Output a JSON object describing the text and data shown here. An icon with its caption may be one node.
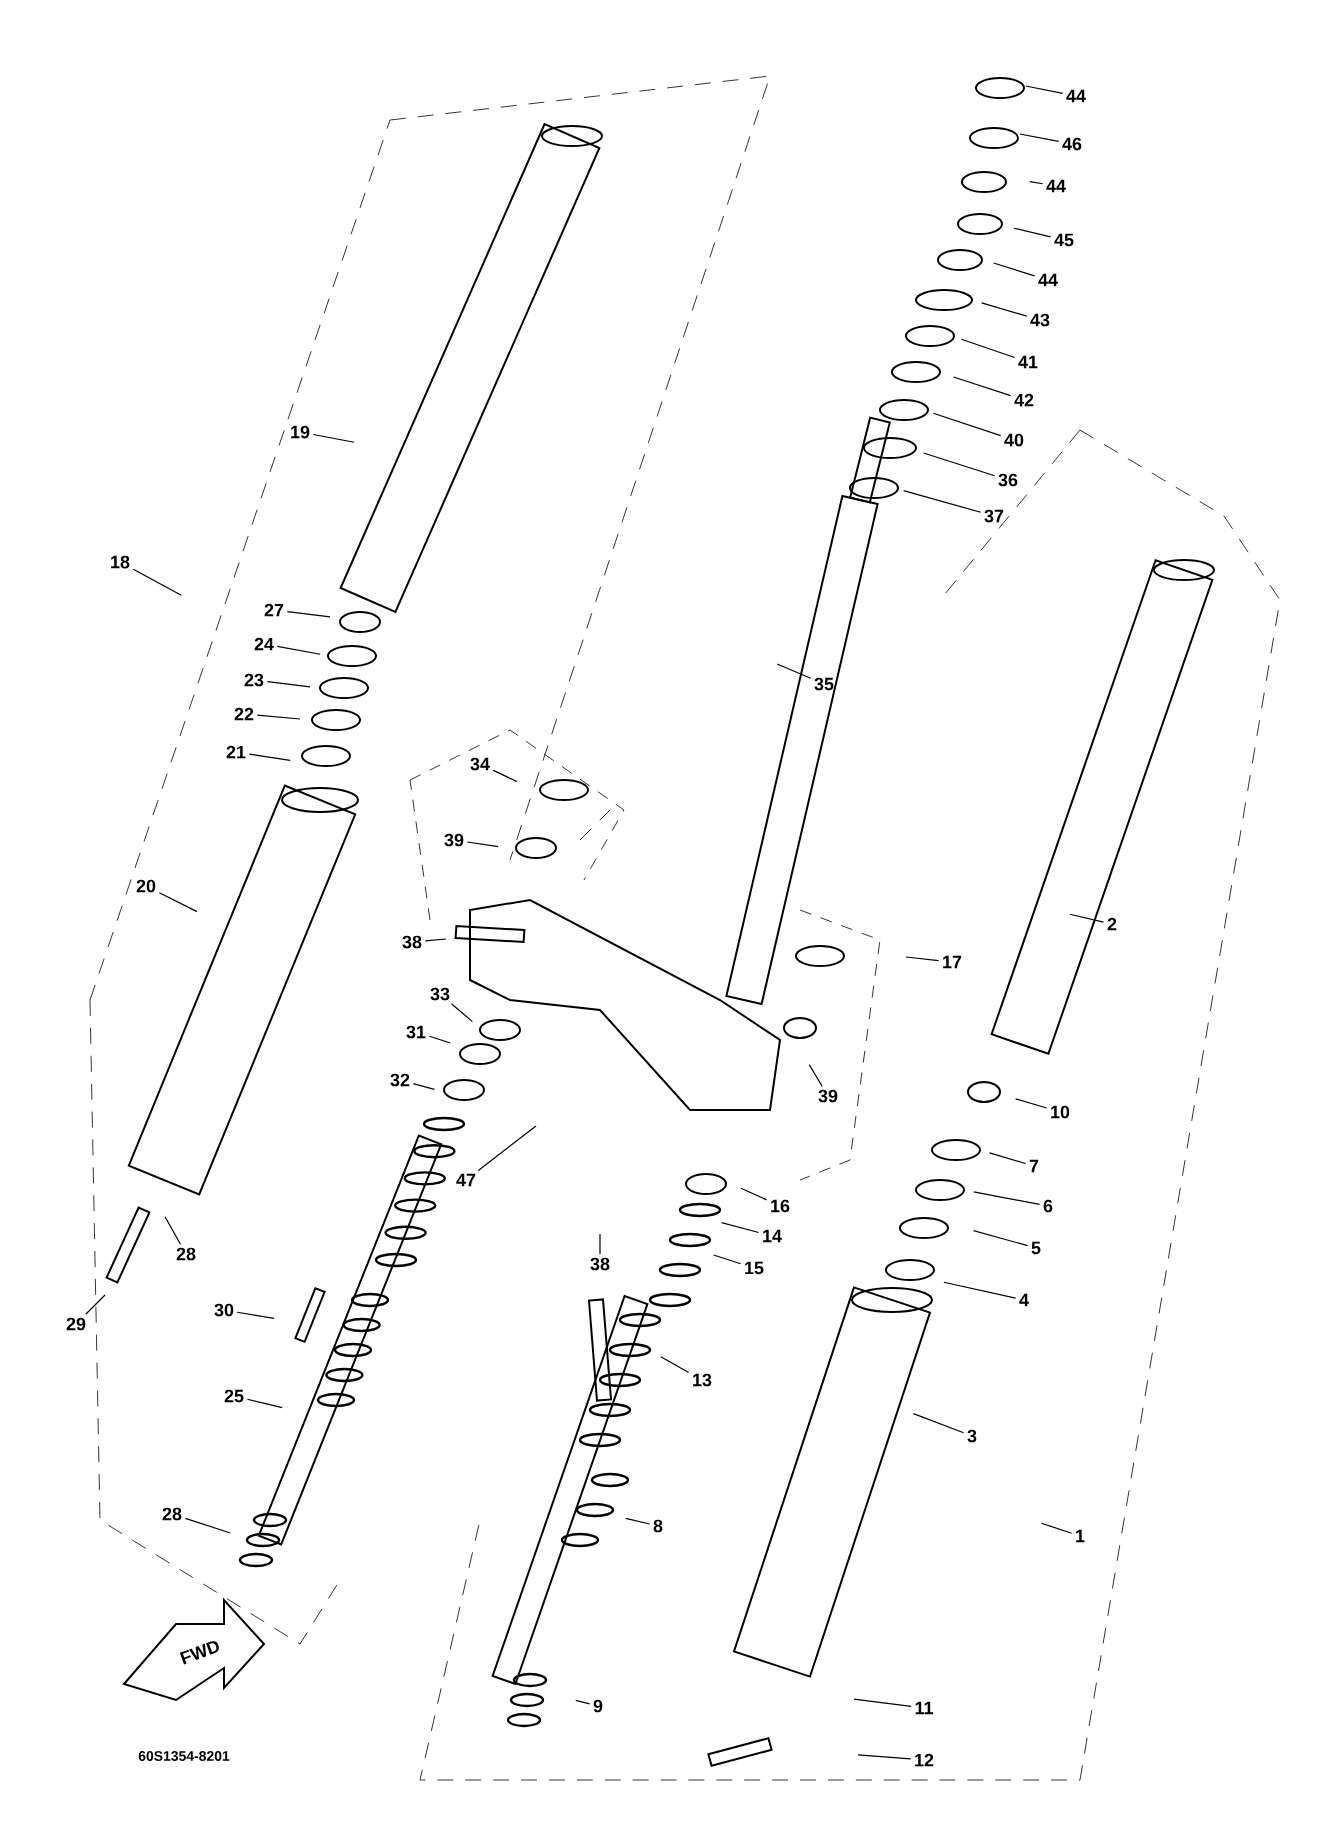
{
  "diagram": {
    "nodes": [
      {
        "text": [
          "44"
        ]
      },
      {
        "text": [
          "46"
        ]
      },
      {
        "text": [
          "44"
        ]
      },
      {
        "text": [
          "45"
        ]
      },
      {
        "text": [
          "44"
        ]
      },
      {
        "text": [
          "43"
        ]
      },
      {
        "text": [
          "41"
        ]
      },
      {
        "text": [
          "42"
        ]
      },
      {
        "text": [
          "40"
        ]
      },
      {
        "text": [
          "36"
        ]
      },
      {
        "text": [
          "37"
        ]
      },
      {
        "text": [
          "19"
        ]
      },
      {
        "text": [
          "18"
        ]
      },
      {
        "text": [
          "35"
        ]
      },
      {
        "text": [
          "27"
        ]
      },
      {
        "text": [
          "24"
        ]
      },
      {
        "text": [
          "23"
        ]
      },
      {
        "text": [
          "22"
        ]
      },
      {
        "text": [
          "21"
        ]
      },
      {
        "text": [
          "34"
        ]
      },
      {
        "text": [
          "39"
        ]
      },
      {
        "text": [
          "20"
        ]
      },
      {
        "text": [
          "38"
        ]
      },
      {
        "text": [
          "17"
        ]
      },
      {
        "text": [
          "2"
        ]
      },
      {
        "text": [
          "33"
        ]
      },
      {
        "text": [
          "31"
        ]
      },
      {
        "text": [
          "39"
        ]
      },
      {
        "text": [
          "32"
        ]
      },
      {
        "text": [
          "10"
        ]
      },
      {
        "text": [
          "7"
        ]
      },
      {
        "text": [
          "47"
        ]
      },
      {
        "text": [
          "16"
        ]
      },
      {
        "text": [
          "6"
        ]
      },
      {
        "text": [
          "14"
        ]
      },
      {
        "text": [
          "28"
        ]
      },
      {
        "text": [
          "38"
        ]
      },
      {
        "text": [
          "15"
        ]
      },
      {
        "text": [
          "5"
        ]
      },
      {
        "text": [
          "29"
        ]
      },
      {
        "text": [
          "30"
        ]
      },
      {
        "text": [
          "4"
        ]
      },
      {
        "text": [
          "13"
        ]
      },
      {
        "text": [
          "25"
        ]
      },
      {
        "text": [
          "3"
        ]
      },
      {
        "text": [
          "28"
        ]
      },
      {
        "text": [
          "8"
        ]
      },
      {
        "text": [
          "1"
        ]
      },
      {
        "text": [
          "9"
        ]
      },
      {
        "text": [
          "11"
        ]
      },
      {
        "text": [
          "12"
        ]
      }
    ],
    "edges": [
      {
        "from": 0,
        "to": null,
        "arrow": "none"
      },
      {
        "from": 1,
        "to": null,
        "arrow": "none"
      },
      {
        "from": 2,
        "to": null,
        "arrow": "none"
      },
      {
        "from": 3,
        "to": null,
        "arrow": "none"
      },
      {
        "from": 4,
        "to": null,
        "arrow": "none"
      },
      {
        "from": 5,
        "to": null,
        "arrow": "none"
      },
      {
        "from": 6,
        "to": null,
        "arrow": "none"
      },
      {
        "from": 7,
        "to": null,
        "arrow": "none"
      },
      {
        "from": 8,
        "to": null,
        "arrow": "none"
      },
      {
        "from": 9,
        "to": null,
        "arrow": "none"
      },
      {
        "from": 10,
        "to": null,
        "arrow": "none"
      },
      {
        "from": 11,
        "to": null,
        "arrow": "none"
      },
      {
        "from": 12,
        "to": null,
        "arrow": "none"
      },
      {
        "from": 13,
        "to": null,
        "arrow": "none"
      },
      {
        "from": 14,
        "to": null,
        "arrow": "none"
      },
      {
        "from": 15,
        "to": null,
        "arrow": "none"
      },
      {
        "from": 16,
        "to": null,
        "arrow": "none"
      },
      {
        "from": 17,
        "to": null,
        "arrow": "none"
      },
      {
        "from": 18,
        "to": null,
        "arrow": "none"
      },
      {
        "from": 19,
        "to": null,
        "arrow": "none"
      },
      {
        "from": 20,
        "to": null,
        "arrow": "none"
      },
      {
        "from": 21,
        "to": null,
        "arrow": "none"
      },
      {
        "from": 22,
        "to": null,
        "arrow": "none"
      },
      {
        "from": 23,
        "to": null,
        "arrow": "none"
      },
      {
        "from": 24,
        "to": null,
        "arrow": "none"
      },
      {
        "from": 25,
        "to": null,
        "arrow": "none"
      },
      {
        "from": 26,
        "to": null,
        "arrow": "none"
      },
      {
        "from": 27,
        "to": null,
        "arrow": "none"
      },
      {
        "from": 28,
        "to": null,
        "arrow": "none"
      },
      {
        "from": 29,
        "to": null,
        "arrow": "none"
      },
      {
        "from": 30,
        "to": null,
        "arrow": "none"
      },
      {
        "from": 31,
        "to": null,
        "arrow": "none"
      },
      {
        "from": 32,
        "to": null,
        "arrow": "none"
      },
      {
        "from": 33,
        "to": null,
        "arrow": "none"
      },
      {
        "from": 34,
        "to": null,
        "arrow": "none"
      },
      {
        "from": 35,
        "to": null,
        "arrow": "none"
      },
      {
        "from": 36,
        "to": null,
        "arrow": "none"
      },
      {
        "from": 37,
        "to": null,
        "arrow": "none"
      },
      {
        "from": 38,
        "to": null,
        "arrow": "none"
      },
      {
        "from": 39,
        "to": null,
        "arrow": "none"
      },
      {
        "from": 40,
        "to": null,
        "arrow": "none"
      },
      {
        "from": 41,
        "to": null,
        "arrow": "none"
      },
      {
        "from": 42,
        "to": null,
        "arrow": "none"
      },
      {
        "from": 43,
        "to": null,
        "arrow": "none"
      },
      {
        "from": 44,
        "to": null,
        "arrow": "none"
      },
      {
        "from": 45,
        "to": null,
        "arrow": "none"
      },
      {
        "from": 46,
        "to": null,
        "arrow": "none"
      },
      {
        "from": 47,
        "to": null,
        "arrow": "none"
      },
      {
        "from": 48,
        "to": null,
        "arrow": "none"
      },
      {
        "from": 49,
        "to": null,
        "arrow": "none"
      },
      {
        "from": 50,
        "to": null,
        "arrow": "none"
      }
    ],
    "labels": [
      "FWD",
      "60S1354-8201"
    ]
  }
}
